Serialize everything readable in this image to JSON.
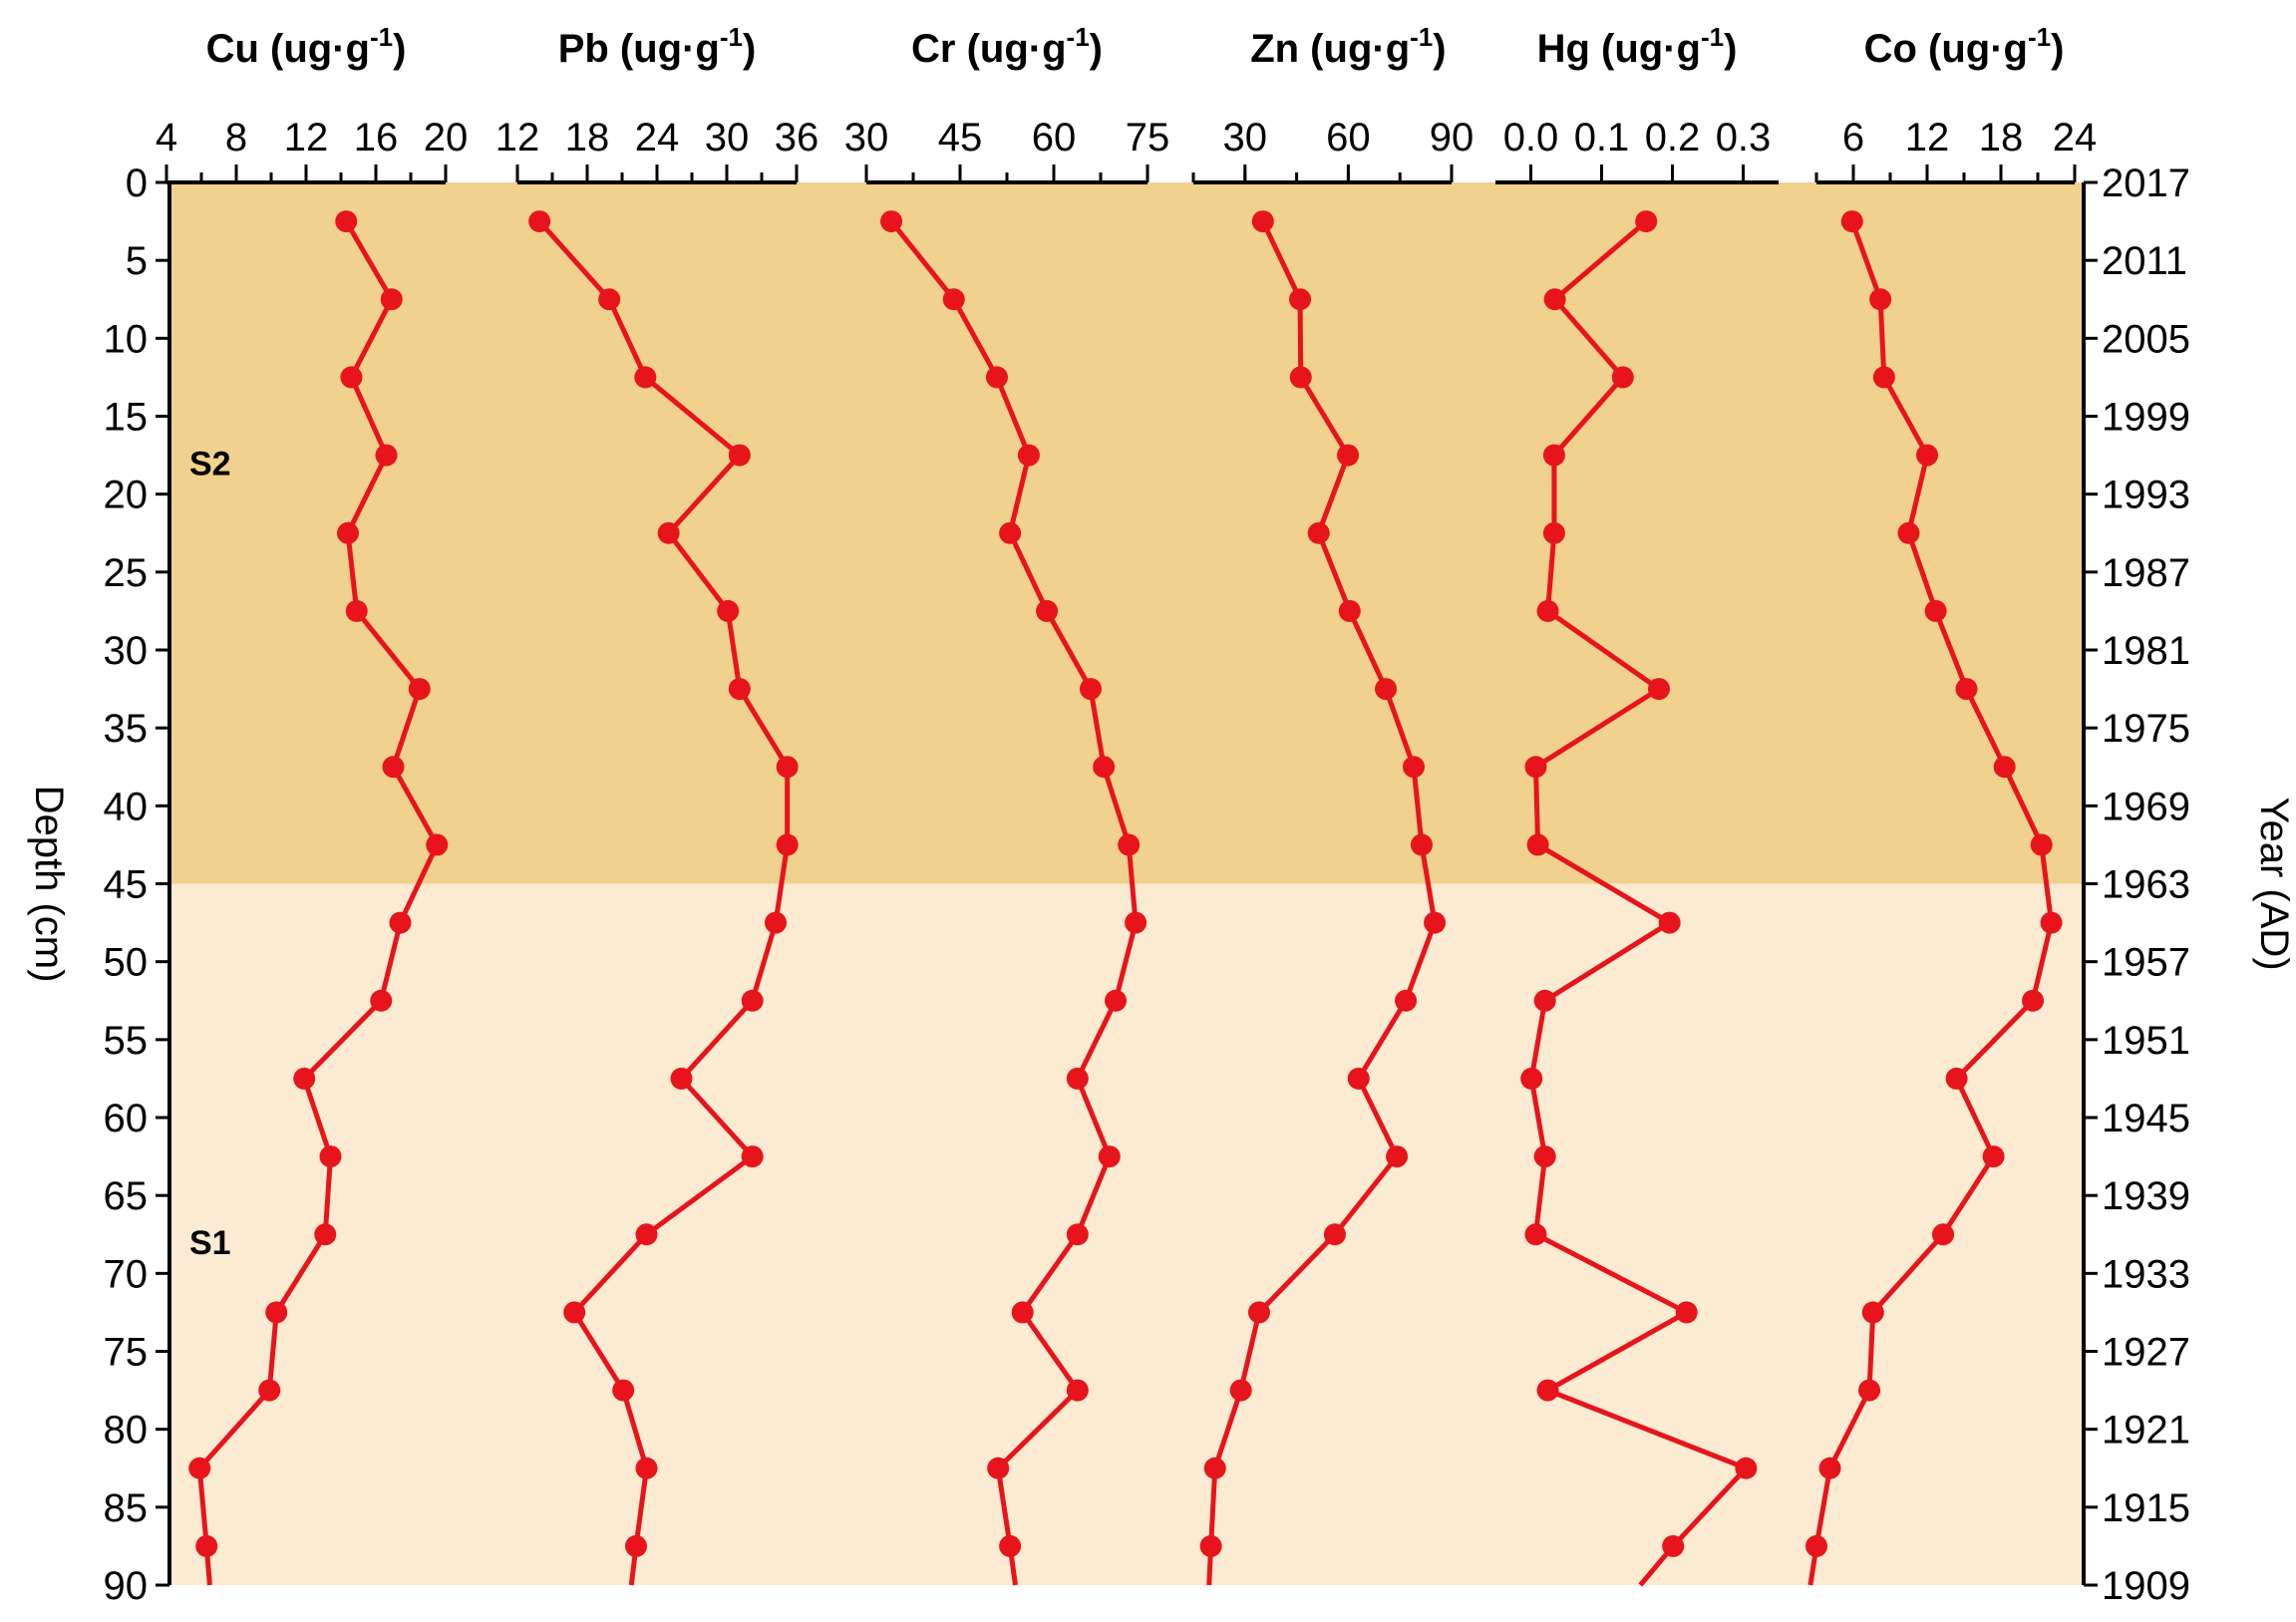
{
  "chart_data": {
    "type": "line",
    "title": "",
    "orientation": "depth-profile (vertical, depth increases downward)",
    "depth_axis": {
      "label": "Depth (cm)",
      "ticks": [
        0,
        5,
        10,
        15,
        20,
        25,
        30,
        35,
        40,
        45,
        50,
        55,
        60,
        65,
        70,
        75,
        80,
        85,
        90
      ],
      "range": [
        0,
        90
      ]
    },
    "year_axis": {
      "label": "Year (AD)",
      "ticks": [
        "2017",
        "2011",
        "2005",
        "1999",
        "1993",
        "1987",
        "1981",
        "1975",
        "1969",
        "1963",
        "1957",
        "1951",
        "1945",
        "1939",
        "1933",
        "1927",
        "1921",
        "1915",
        "1909"
      ]
    },
    "depth": [
      2.5,
      7.5,
      12.5,
      17.5,
      22.5,
      27.5,
      32.5,
      37.5,
      42.5,
      47.5,
      52.5,
      57.5,
      62.5,
      67.5,
      72.5,
      77.5,
      82.5,
      87.5
    ],
    "zones": [
      {
        "name": "S2",
        "from": 0,
        "to": 45,
        "color": "#F0D18E",
        "label_depth": 18
      },
      {
        "name": "S1",
        "from": 45,
        "to": 90,
        "color": "#FAEBD2",
        "label_depth": 68
      }
    ],
    "series": [
      {
        "name": "Cu",
        "title": "Cu (ug·g",
        "sup": "-1",
        "range": [
          4,
          20
        ],
        "ticks": [
          "4",
          "8",
          "12",
          "16",
          "20"
        ],
        "tick_values": [
          4,
          8,
          12,
          16,
          20
        ],
        "minor": 2,
        "px": [
          167,
          447
        ],
        "values": [
          14.3,
          16.9,
          14.6,
          16.6,
          14.4,
          14.9,
          18.5,
          17.0,
          19.5,
          17.4,
          16.3,
          11.9,
          13.4,
          13.1,
          10.3,
          9.9,
          5.9,
          6.3
        ]
      },
      {
        "name": "Pb",
        "title": "Pb (ug·g",
        "sup": "-1",
        "range": [
          12,
          36
        ],
        "ticks": [
          "12",
          "18",
          "24",
          "30",
          "36"
        ],
        "tick_values": [
          12,
          18,
          24,
          30,
          36
        ],
        "minor": 3,
        "px": [
          519,
          799
        ],
        "values": [
          13.9,
          19.9,
          23.0,
          31.1,
          25.0,
          30.1,
          31.1,
          35.2,
          35.2,
          34.2,
          32.2,
          26.1,
          32.2,
          23.1,
          16.9,
          21.1,
          23.1,
          22.2
        ]
      },
      {
        "name": "Cr",
        "title": "Cr (ug·g",
        "sup": "-1",
        "range": [
          30,
          75
        ],
        "ticks": [
          "30",
          "45",
          "60",
          "75"
        ],
        "tick_values": [
          30,
          45,
          60,
          75
        ],
        "minor": 7.5,
        "px": [
          869,
          1151
        ],
        "values": [
          34.0,
          44.0,
          50.9,
          56.0,
          53.0,
          58.9,
          65.9,
          68.0,
          72.0,
          73.1,
          69.9,
          63.8,
          68.9,
          63.8,
          55.0,
          63.8,
          51.1,
          53.0
        ]
      },
      {
        "name": "Zn",
        "title": "Zn (ug·g",
        "sup": "-1",
        "range": [
          15,
          90
        ],
        "ticks": [
          "30",
          "60",
          "90"
        ],
        "tick_values": [
          30,
          60,
          90
        ],
        "minor": 15,
        "px": [
          1197,
          1456
        ],
        "values": [
          35.2,
          46.0,
          46.2,
          59.9,
          51.4,
          60.4,
          70.9,
          79.0,
          81.3,
          85.1,
          76.7,
          63.0,
          74.1,
          56.1,
          34.1,
          28.8,
          21.3,
          20.1
        ]
      },
      {
        "name": "Hg",
        "title": "Hg (ug·g",
        "sup": "-1",
        "range": [
          -0.05,
          0.35
        ],
        "ticks": [
          "0.0",
          "0.1",
          "0.2",
          "0.3"
        ],
        "tick_values": [
          0.0,
          0.1,
          0.2,
          0.3
        ],
        "minor": null,
        "px": [
          1500,
          1784
        ],
        "values": [
          0.163,
          0.034,
          0.13,
          0.033,
          0.033,
          0.024,
          0.181,
          0.007,
          0.01,
          0.196,
          0.02,
          0.001,
          0.02,
          0.007,
          0.22,
          0.024,
          0.304,
          0.201
        ]
      },
      {
        "name": "Co",
        "title": "Co (ug·g",
        "sup": "-1",
        "range": [
          3,
          24
        ],
        "ticks": [
          "6",
          "12",
          "18",
          "24"
        ],
        "tick_values": [
          6,
          12,
          18,
          24
        ],
        "minor": 3,
        "px": [
          1822,
          2081
        ],
        "values": [
          5.9,
          8.2,
          8.5,
          12.0,
          10.5,
          12.7,
          15.2,
          18.3,
          21.3,
          22.1,
          20.6,
          14.4,
          17.4,
          13.3,
          7.6,
          7.3,
          4.1,
          3.0
        ]
      }
    ],
    "colors": {
      "line": "#E8141B",
      "marker": "#E8141B",
      "axis": "#000000"
    },
    "grid": false,
    "legend": null
  }
}
